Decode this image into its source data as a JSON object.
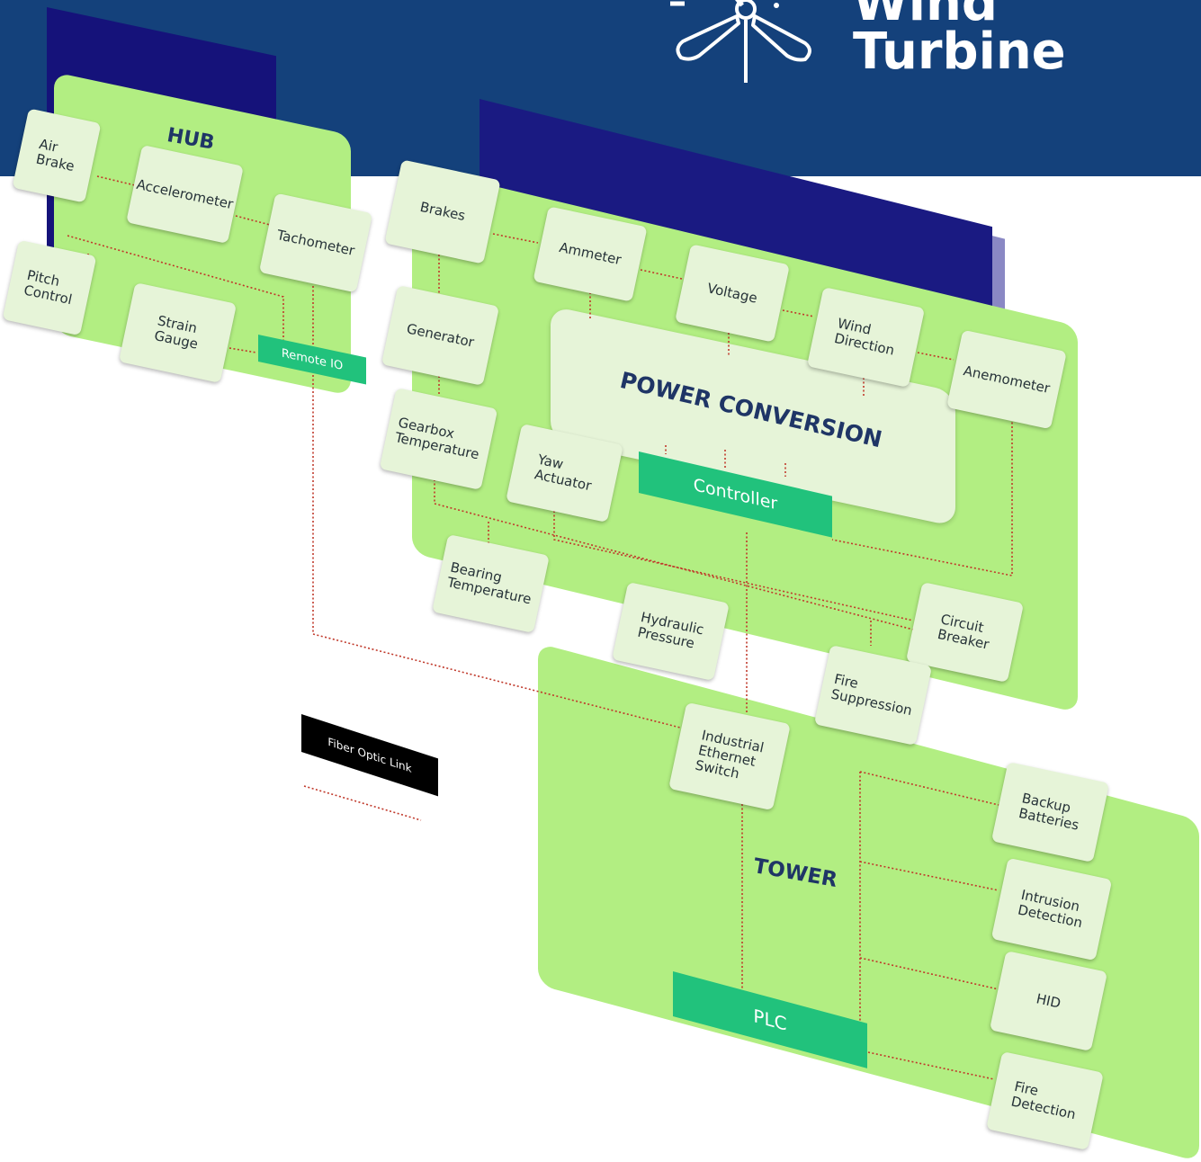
{
  "header": {
    "title_line1": "Wind",
    "title_line2": "Turbine",
    "colors": {
      "background": "#14417b",
      "text": "#ffffff"
    }
  },
  "hub": {
    "title": "HUB",
    "components": {
      "air_brake": "Air\nBrake",
      "accelerometer": "Accelerometer",
      "tachometer": "Tachometer",
      "pitch_control": "Pitch\nControl",
      "strain_gauge": "Strain\nGauge"
    },
    "remote_io": "Remote IO"
  },
  "power": {
    "title": "POWER CONVERSION",
    "controller": "Controller",
    "components": {
      "brakes": "Brakes",
      "ammeter": "Ammeter",
      "voltage": "Voltage",
      "wind_direction": "Wind\nDirection",
      "anemometer": "Anemometer",
      "generator": "Generator",
      "gearbox_temperature": "Gearbox\nTemperature",
      "yaw_actuator": "Yaw\nActuator",
      "bearing_temperature": "Bearing\nTemperature",
      "hydraulic_pressure": "Hydraulic\nPressure",
      "circuit_breaker": "Circuit\nBreaker",
      "fire_suppression": "Fire\nSuppression"
    }
  },
  "tower": {
    "title": "TOWER",
    "plc": "PLC",
    "components": {
      "industrial_ethernet_switch": "Industrial\nEthernet\nSwitch",
      "backup_batteries": "Backup\nBatteries",
      "intrusion_detection": "Intrusion\nDetection",
      "hid": "HID",
      "fire_detection": "Fire\nDetection"
    }
  },
  "legend": {
    "label": "Fiber Optic Link"
  },
  "colors": {
    "panel": "#b2ee82",
    "card": "#e6f4d8",
    "node": "#21c27c",
    "link": "#c0392b",
    "dark_panel": "#15127a"
  }
}
